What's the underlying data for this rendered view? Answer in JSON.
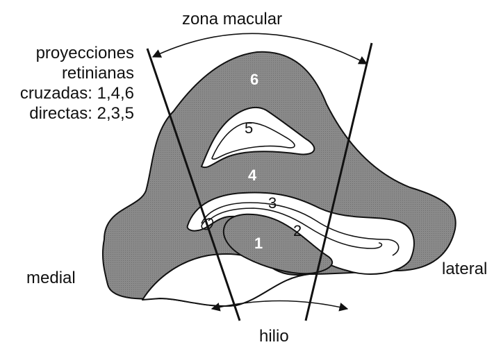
{
  "labels": {
    "top": "zona macular",
    "bottom": "hilio",
    "left": "medial",
    "right": "lateral",
    "projections": [
      "proyecciones",
      "retinianas",
      "cruzadas: 1,4,6",
      "directas: 2,3,5"
    ]
  },
  "layers": [
    "1",
    "2",
    "3",
    "4",
    "5",
    "6"
  ],
  "colors": {
    "gray_fill": "#8a8a8a",
    "outline": "#111111",
    "background": "#ffffff"
  }
}
